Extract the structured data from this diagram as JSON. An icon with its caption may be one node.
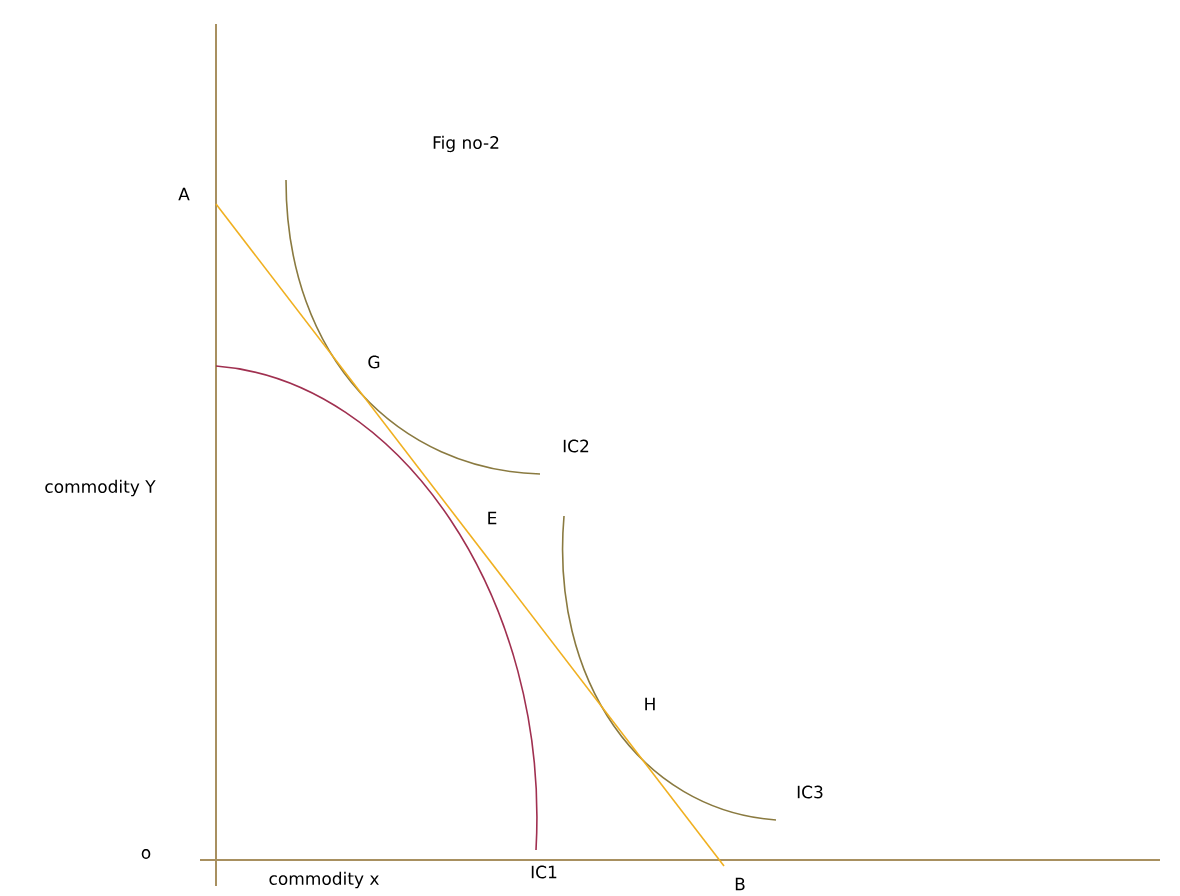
{
  "diagram": {
    "title": "Fig no-2",
    "labels": [
      "A",
      "G",
      "IC2",
      "commodity Y",
      "E",
      "H",
      "IC3",
      "o",
      "commodity x",
      "IC1",
      "B"
    ]
  }
}
